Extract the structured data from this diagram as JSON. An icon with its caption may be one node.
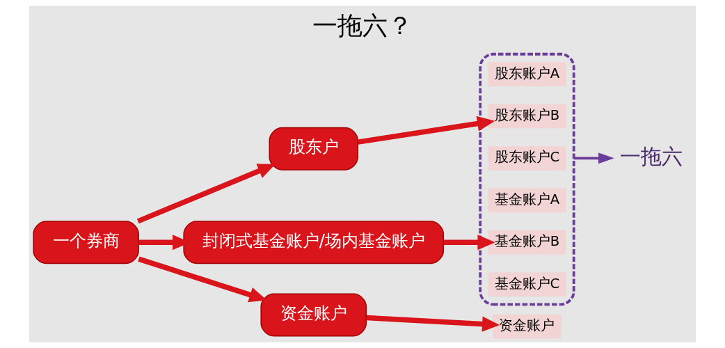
{
  "diagram": {
    "title": "一拖六？",
    "nodes": [
      {
        "text": [
          "一个券商"
        ]
      },
      {
        "text": [
          "股东户"
        ]
      },
      {
        "text": [
          "封闭式基金账户/场内基金账户"
        ]
      },
      {
        "text": [
          "资金账户"
        ]
      },
      {
        "text": [],
        "shape": "box"
      },
      {
        "text": [
          "股东账户A"
        ],
        "in": 4
      },
      {
        "text": [
          "股东账户B"
        ],
        "in": 4
      },
      {
        "text": [
          "股东账户C"
        ],
        "in": 4
      },
      {
        "text": [
          "基金账户A"
        ],
        "in": 4
      },
      {
        "text": [
          "基金账户B"
        ],
        "in": 4
      },
      {
        "text": [
          "基金账户C"
        ],
        "in": 4
      },
      {
        "text": [
          "资金账户"
        ]
      },
      {
        "text": [
          "一拖六"
        ]
      }
    ],
    "edges": [
      {
        "from": 0,
        "to": 1,
        "arrow": "to"
      },
      {
        "from": 0,
        "to": 2,
        "arrow": "to"
      },
      {
        "from": 0,
        "to": 3,
        "arrow": "to"
      },
      {
        "from": 1,
        "to": 6,
        "arrow": "to"
      },
      {
        "from": 2,
        "to": 9,
        "arrow": "to"
      },
      {
        "from": 3,
        "to": 11,
        "arrow": "to"
      },
      {
        "from": 4,
        "to": 12,
        "arrow": "to",
        "color": "#6a3d9a"
      }
    ]
  }
}
